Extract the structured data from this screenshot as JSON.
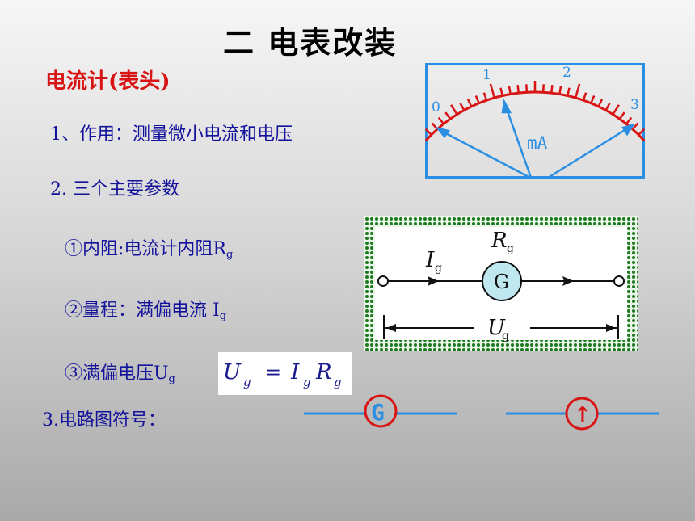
{
  "title": "二  电表改装",
  "subtitle": "电流计(表头)",
  "point1": "1、作用：测量微小电流和电压",
  "point2": "2. 三个主要参数",
  "param1": {
    "text": "①内阻:电流计内阻R",
    "sub": "g"
  },
  "param2": {
    "text": "②量程：满偏电流  I",
    "sub": "g"
  },
  "param3": {
    "text": "③满偏电压U",
    "sub": "g"
  },
  "formula": {
    "lhs": "U",
    "lhs_sub": "g",
    "eq": "=",
    "i": "I",
    "i_sub": "g",
    "r": "R",
    "r_sub": "g"
  },
  "point3": "3.电路图符号：",
  "meter": {
    "ticks": [
      "0",
      "1",
      "2",
      "3"
    ],
    "unit": "mA"
  },
  "circuit": {
    "resistor_label": "R",
    "resistor_sub": "g",
    "current_label": "I",
    "current_sub": "g",
    "galvanometer": "G",
    "voltage_label": "U",
    "voltage_sub": "g"
  },
  "symbol1": {
    "letter": "G"
  },
  "symbol2": {
    "glyph": "↑"
  },
  "colors": {
    "red": "#d81414",
    "blue": "#13129a",
    "line_blue": "#2a8fe3",
    "dark_blue": "#1a1a8f"
  }
}
